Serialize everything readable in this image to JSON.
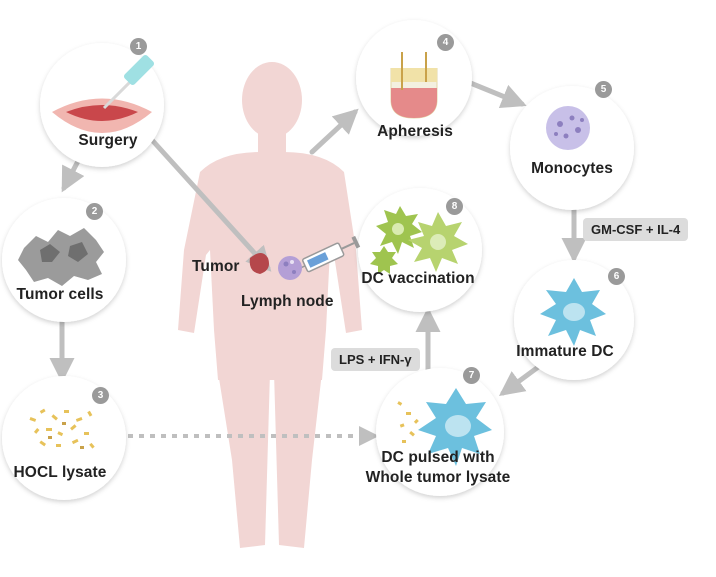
{
  "steps": [
    {
      "num": "1",
      "label": "Surgery"
    },
    {
      "num": "2",
      "label": "Tumor cells"
    },
    {
      "num": "3",
      "label": "HOCL lysate"
    },
    {
      "num": "4",
      "label": "Apheresis"
    },
    {
      "num": "5",
      "label": "Monocytes"
    },
    {
      "num": "6",
      "label": "Immature DC"
    },
    {
      "num": "7",
      "label_line1": "DC pulsed with",
      "label_line2": "Whole tumor lysate"
    },
    {
      "num": "8",
      "label": "DC vaccination"
    }
  ],
  "body_labels": {
    "tumor": "Tumor",
    "lymph_node": "Lymph node"
  },
  "transitions": {
    "gmcsf": "GM-CSF + IL-4",
    "lps": "LPS + IFN-γ"
  },
  "colors": {
    "body": "#f2d6d4",
    "arrow": "#bfbfbf",
    "tumor": "#b5474b",
    "lymph": "#b49fd6",
    "dc": "#6cc0de",
    "vaccine_cell": "#9fc44f",
    "monocyte": "#8d7fbf",
    "lysate": "#e7c25a"
  }
}
